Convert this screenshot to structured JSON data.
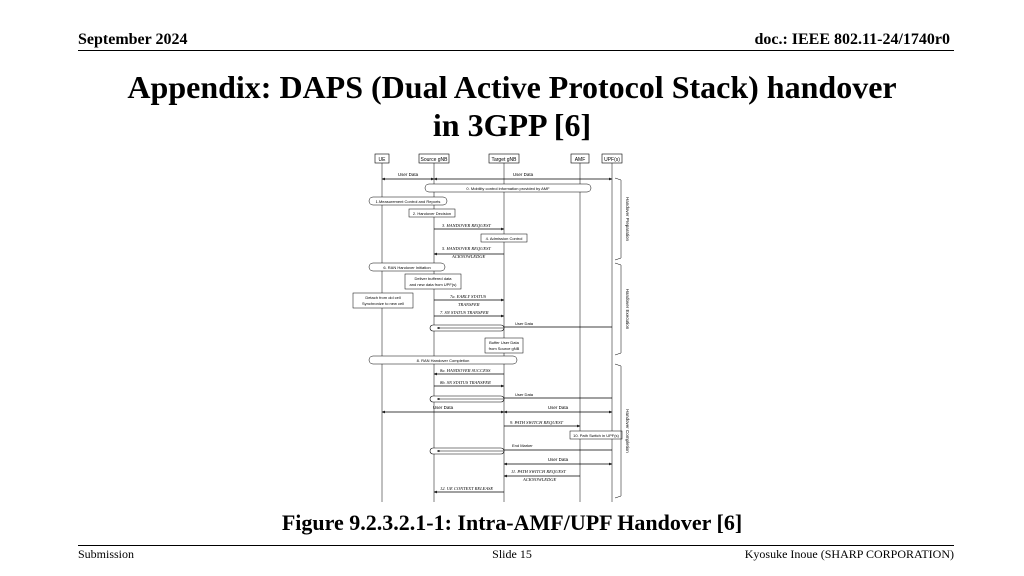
{
  "header": {
    "date": "September 2024",
    "doc": "doc.: IEEE 802.11-24/1740r0"
  },
  "title": {
    "line1": "Appendix: DAPS (Dual Active Protocol Stack) handover",
    "line2": "in 3GPP [6]"
  },
  "diagram": {
    "entities": [
      "UE",
      "Source gNB",
      "Target gNB",
      "AMF",
      "UPF(s)"
    ],
    "steps": [
      "User Data",
      "User Data",
      "0. Mobility control information provided by AMF",
      "1.Measurement Control and Reports",
      "2. Handover Decision",
      "3. HANDOVER REQUEST",
      "4. Admission Control",
      "5. HANDOVER REQUEST",
      "ACKNOWLEDGE",
      "6. RAN Handover Initiation",
      "Deliver buffered data",
      "and new data from UPF(s)",
      "Detach from old cell",
      "Synchronize to new cell",
      "7a. EARLY STATUS",
      "TRANSFER",
      "7. SN STATUS TRANSFER",
      "User Data",
      "Buffer User Data",
      "from Source gNB",
      "8. RAN Handover Completion",
      "8a. HANDOVER SUCCESS",
      "8b. SN STATUS TRANSFER",
      "User Data",
      "User Data",
      "User Data",
      "9. PATH SWITCH REQUEST",
      "10. Path Switch in UPF(s)",
      "End Marker",
      "User Data",
      "11. PATH SWITCH REQUEST",
      "ACKNOWLEDGE",
      "12. UE CONTEXT RELEASE"
    ],
    "phases": [
      "Handover Preparation",
      "Handover Execution",
      "Handover Completion"
    ]
  },
  "caption": "Figure 9.2.3.2.1-1: Intra-AMF/UPF Handover [6]",
  "footer": {
    "left": "Submission",
    "center": "Slide 15",
    "right": "Kyosuke Inoue (SHARP CORPORATION)"
  }
}
